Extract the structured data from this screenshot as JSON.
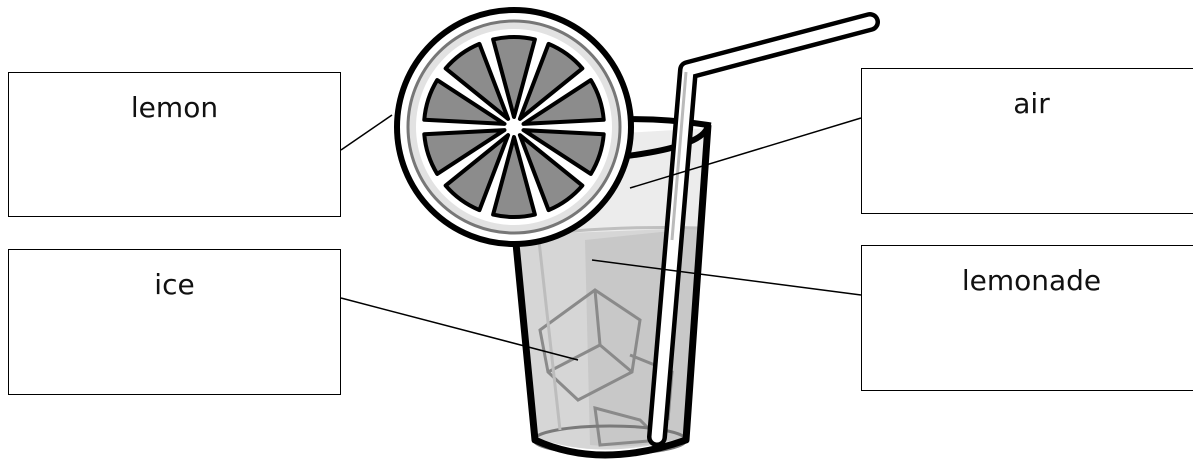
{
  "labels": {
    "lemon": "lemon",
    "ice": "ice",
    "air": "air",
    "lemonade": "lemonade"
  },
  "colors": {
    "outline": "#000000",
    "glass_fill": "#e6e6e6",
    "liquid_fill": "#d2d2d2",
    "lemon_segment": "#8c8c8c",
    "straw": "#ffffff"
  },
  "icons": {
    "glass": "glass-of-lemonade-icon",
    "lemon": "lemon-slice-icon",
    "straw": "drinking-straw-icon",
    "ice": "ice-cube-icon"
  }
}
